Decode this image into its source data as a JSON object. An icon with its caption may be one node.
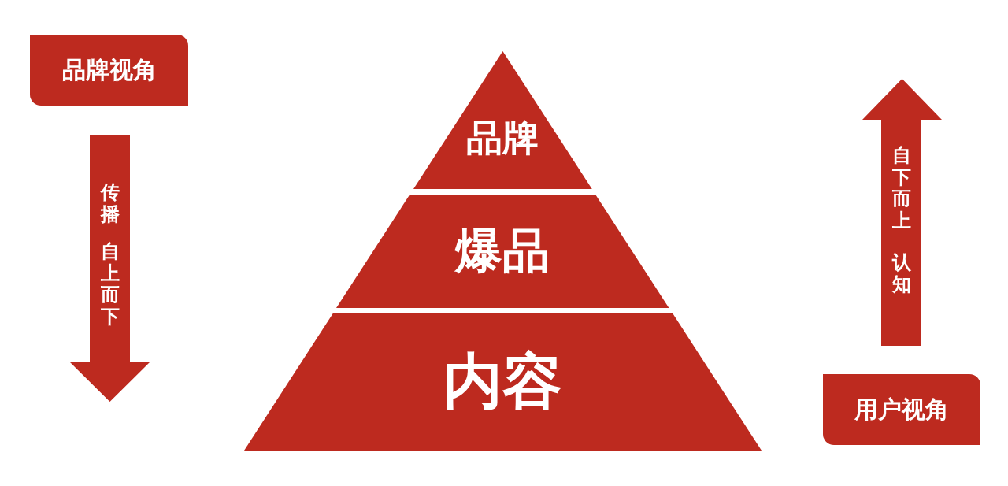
{
  "diagram": {
    "nodes": [
      {
        "text": [
          "品牌视角"
        ]
      },
      {
        "text": [
          "传播",
          "自上而下"
        ]
      },
      {
        "text": [
          "品牌"
        ]
      },
      {
        "text": [
          "爆品"
        ]
      },
      {
        "text": [
          "内容"
        ]
      },
      {
        "text": [
          "自下而上",
          "认知"
        ]
      },
      {
        "text": [
          "用户视角"
        ]
      }
    ]
  }
}
